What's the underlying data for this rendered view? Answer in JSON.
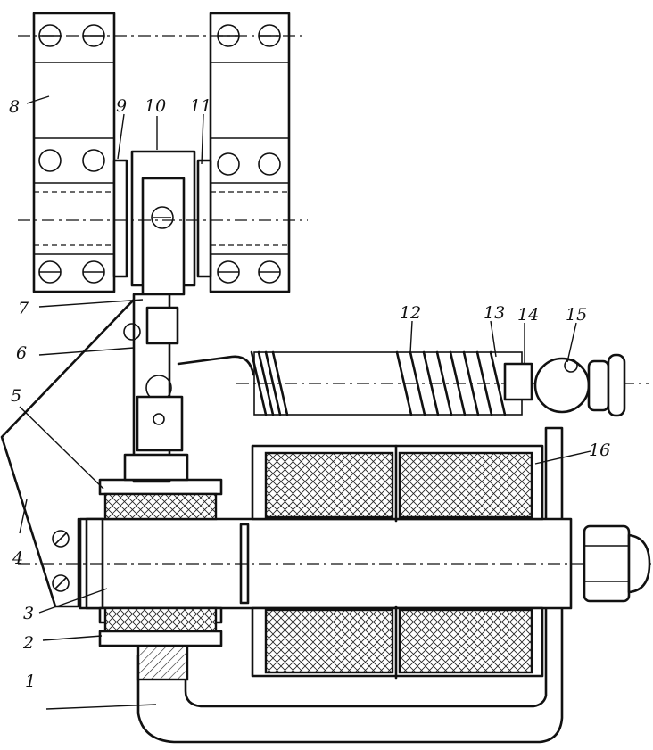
{
  "figure": {
    "labels": [
      "1",
      "2",
      "3",
      "4",
      "5",
      "6",
      "7",
      "8",
      "9",
      "10",
      "11",
      "12",
      "13",
      "14",
      "15",
      "16"
    ]
  }
}
